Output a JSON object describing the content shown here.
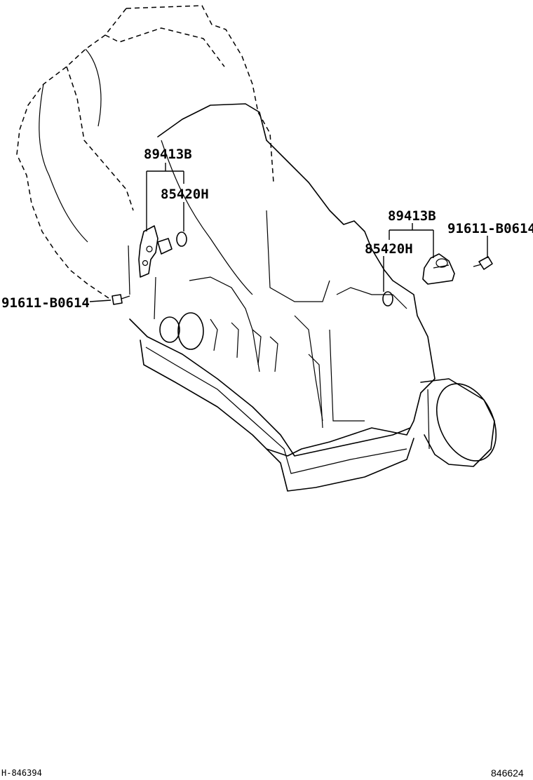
{
  "callouts": {
    "left_sensor": "89413B",
    "left_oring": "85420H",
    "left_bolt": "91611-B0614",
    "right_sensor": "89413B",
    "right_oring": "85420H",
    "right_bolt": "91611-B0614"
  },
  "footer": {
    "left_code": "H-846394",
    "right_code": "846624"
  }
}
